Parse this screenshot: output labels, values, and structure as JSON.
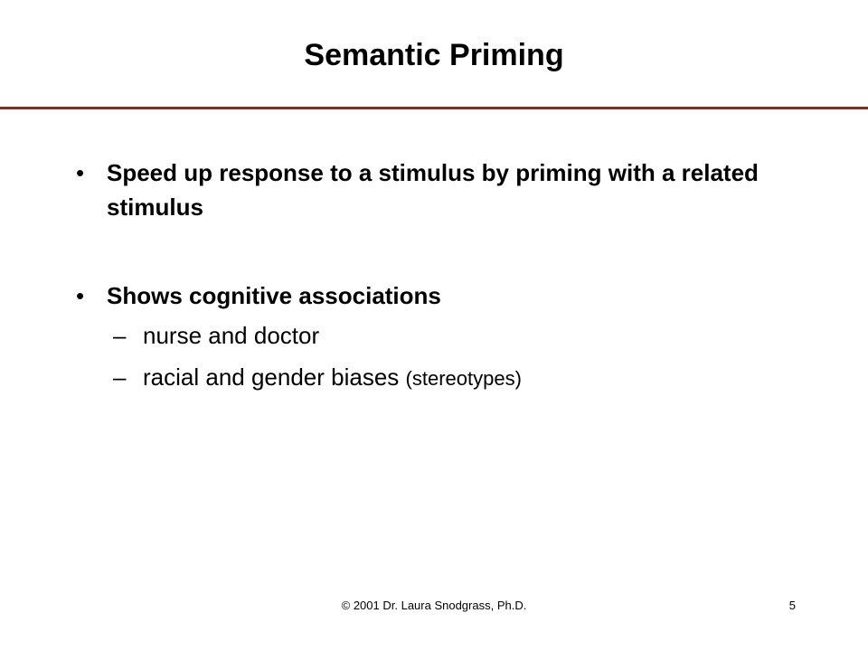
{
  "slide": {
    "title": "Semantic Priming",
    "rule_color": "#8B2A1E",
    "bullets": [
      {
        "marker": "•",
        "text": "Speed up response to a stimulus by priming with a related stimulus"
      },
      {
        "marker": "•",
        "text": "Shows cognitive associations",
        "subitems": [
          {
            "marker": "–",
            "text": "nurse and doctor",
            "note": ""
          },
          {
            "marker": "–",
            "text": "racial and gender biases",
            "note": "(stereotypes)"
          }
        ]
      }
    ]
  },
  "footer": {
    "copyright": "© 2001 Dr. Laura Snodgrass, Ph.D.",
    "page_number": "5"
  }
}
